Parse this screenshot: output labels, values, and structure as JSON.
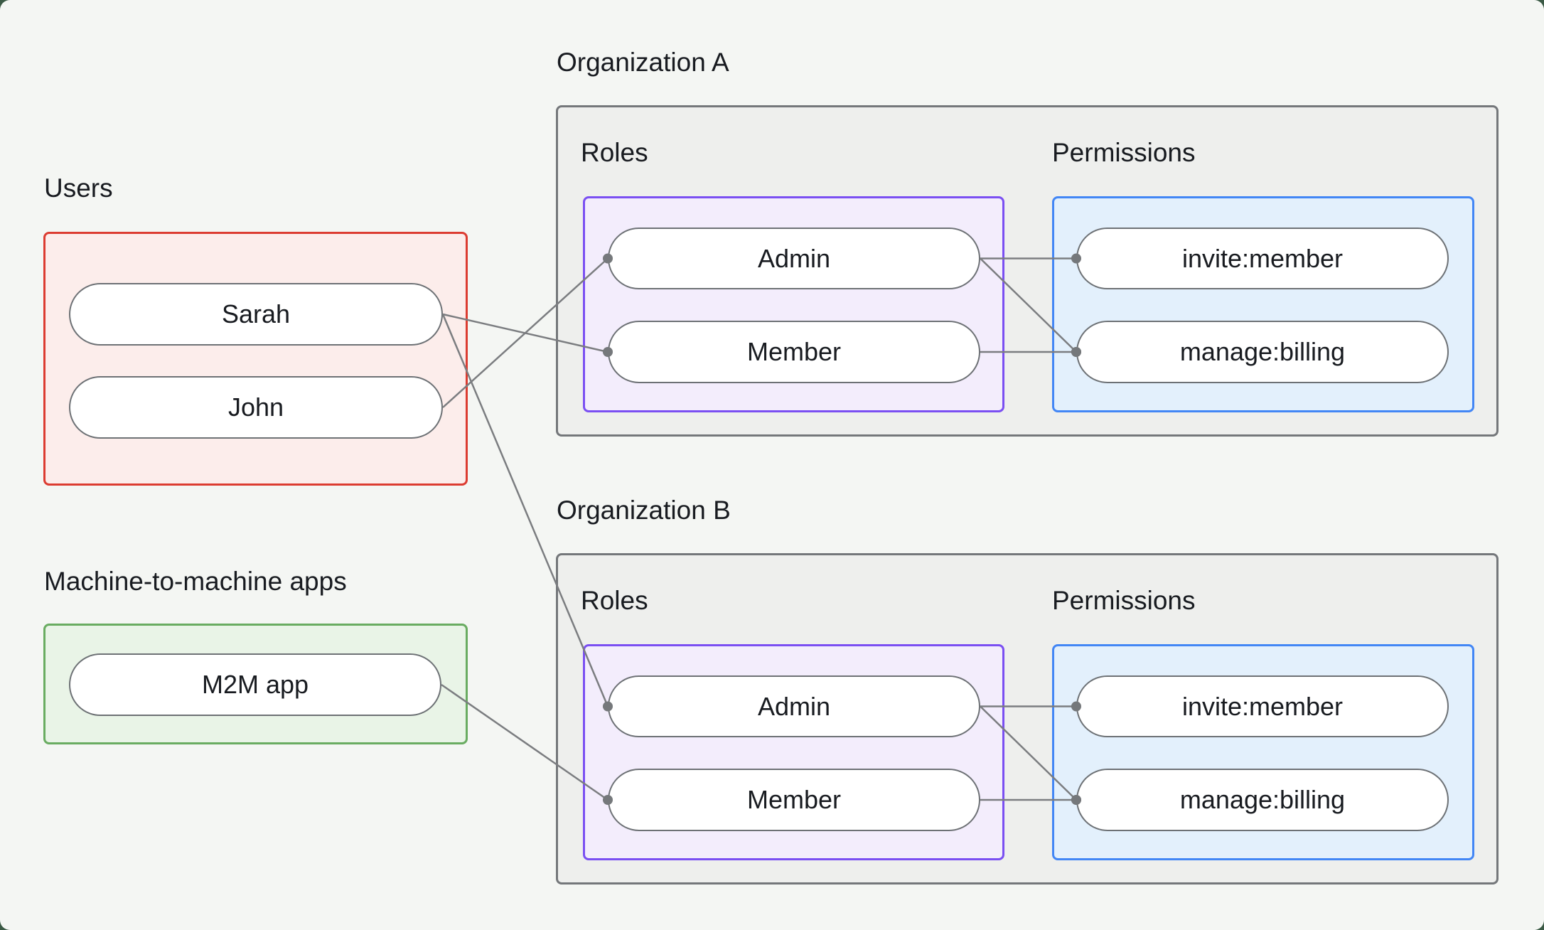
{
  "colors": {
    "outside": "#3b5a45",
    "card": "#f4f6f3",
    "text": "#181b20",
    "org-fill": "#eeefed",
    "org-border": "#74777a",
    "red-border": "#dc3c31",
    "red-fill": "#fcedeb",
    "green-border": "#69ac61",
    "green-fill": "#e9f4e7",
    "purple-border": "#7a4ff2",
    "purple-fill": "#f3edfc",
    "blue-border": "#4286f5",
    "blue-fill": "#e3f0fc",
    "pill-border": "#6d7175",
    "pill-fill": "#ffffff",
    "line": "#7b7d80",
    "dot": "#75787b"
  },
  "users_group": {
    "label": "Users",
    "items": [
      {
        "id": "sarah",
        "label": "Sarah"
      },
      {
        "id": "john",
        "label": "John"
      }
    ]
  },
  "m2m_group": {
    "label": "Machine-to-machine apps",
    "items": [
      {
        "id": "m2m",
        "label": "M2M app"
      }
    ]
  },
  "org_a": {
    "title": "Organization A",
    "roles_label": "Roles",
    "permissions_label": "Permissions",
    "roles": [
      {
        "id": "admin-a",
        "label": "Admin"
      },
      {
        "id": "member-a",
        "label": "Member"
      }
    ],
    "permissions": [
      {
        "id": "invite-a",
        "label": "invite:member"
      },
      {
        "id": "manage-a",
        "label": "manage:billing"
      }
    ]
  },
  "org_b": {
    "title": "Organization B",
    "roles_label": "Roles",
    "permissions_label": "Permissions",
    "roles": [
      {
        "id": "admin-b",
        "label": "Admin"
      },
      {
        "id": "member-b",
        "label": "Member"
      }
    ],
    "permissions": [
      {
        "id": "invite-b",
        "label": "invite:member"
      },
      {
        "id": "manage-b",
        "label": "manage:billing"
      }
    ]
  },
  "edges": [
    {
      "from": "sarah",
      "to": "member-a"
    },
    {
      "from": "john",
      "to": "admin-a"
    },
    {
      "from": "sarah",
      "to": "admin-b"
    },
    {
      "from": "m2m",
      "to": "member-b"
    },
    {
      "from": "admin-a",
      "to": "invite-a"
    },
    {
      "from": "admin-a",
      "to": "manage-a"
    },
    {
      "from": "member-a",
      "to": "manage-a"
    },
    {
      "from": "admin-b",
      "to": "invite-b"
    },
    {
      "from": "admin-b",
      "to": "manage-b"
    },
    {
      "from": "member-b",
      "to": "manage-b"
    }
  ]
}
